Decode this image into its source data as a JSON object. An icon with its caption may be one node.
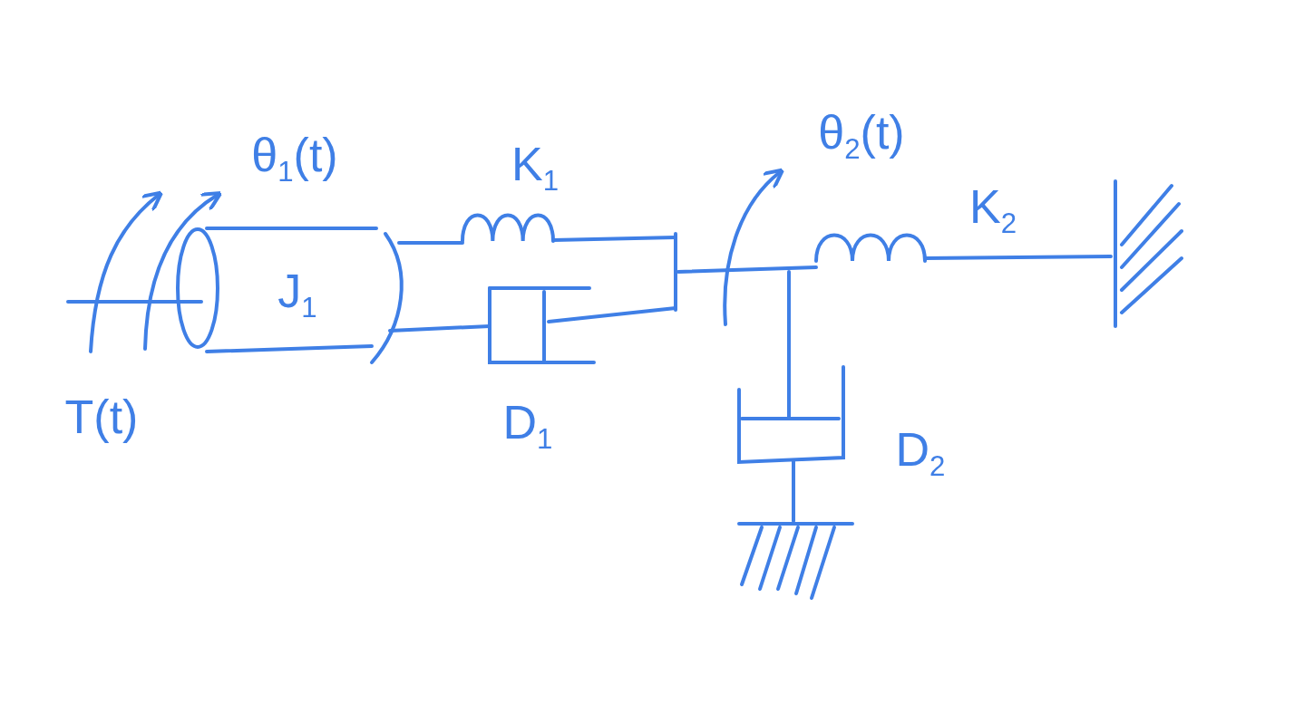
{
  "diagram": {
    "labels": [
      "θ$_{1}$(t)",
      "K$_{1}$",
      "θ$_{2}$(t)",
      "K$_{2}$",
      "J$_{1}$",
      "T(t)",
      "D$_{1}$",
      "D$_{2}$"
    ]
  }
}
